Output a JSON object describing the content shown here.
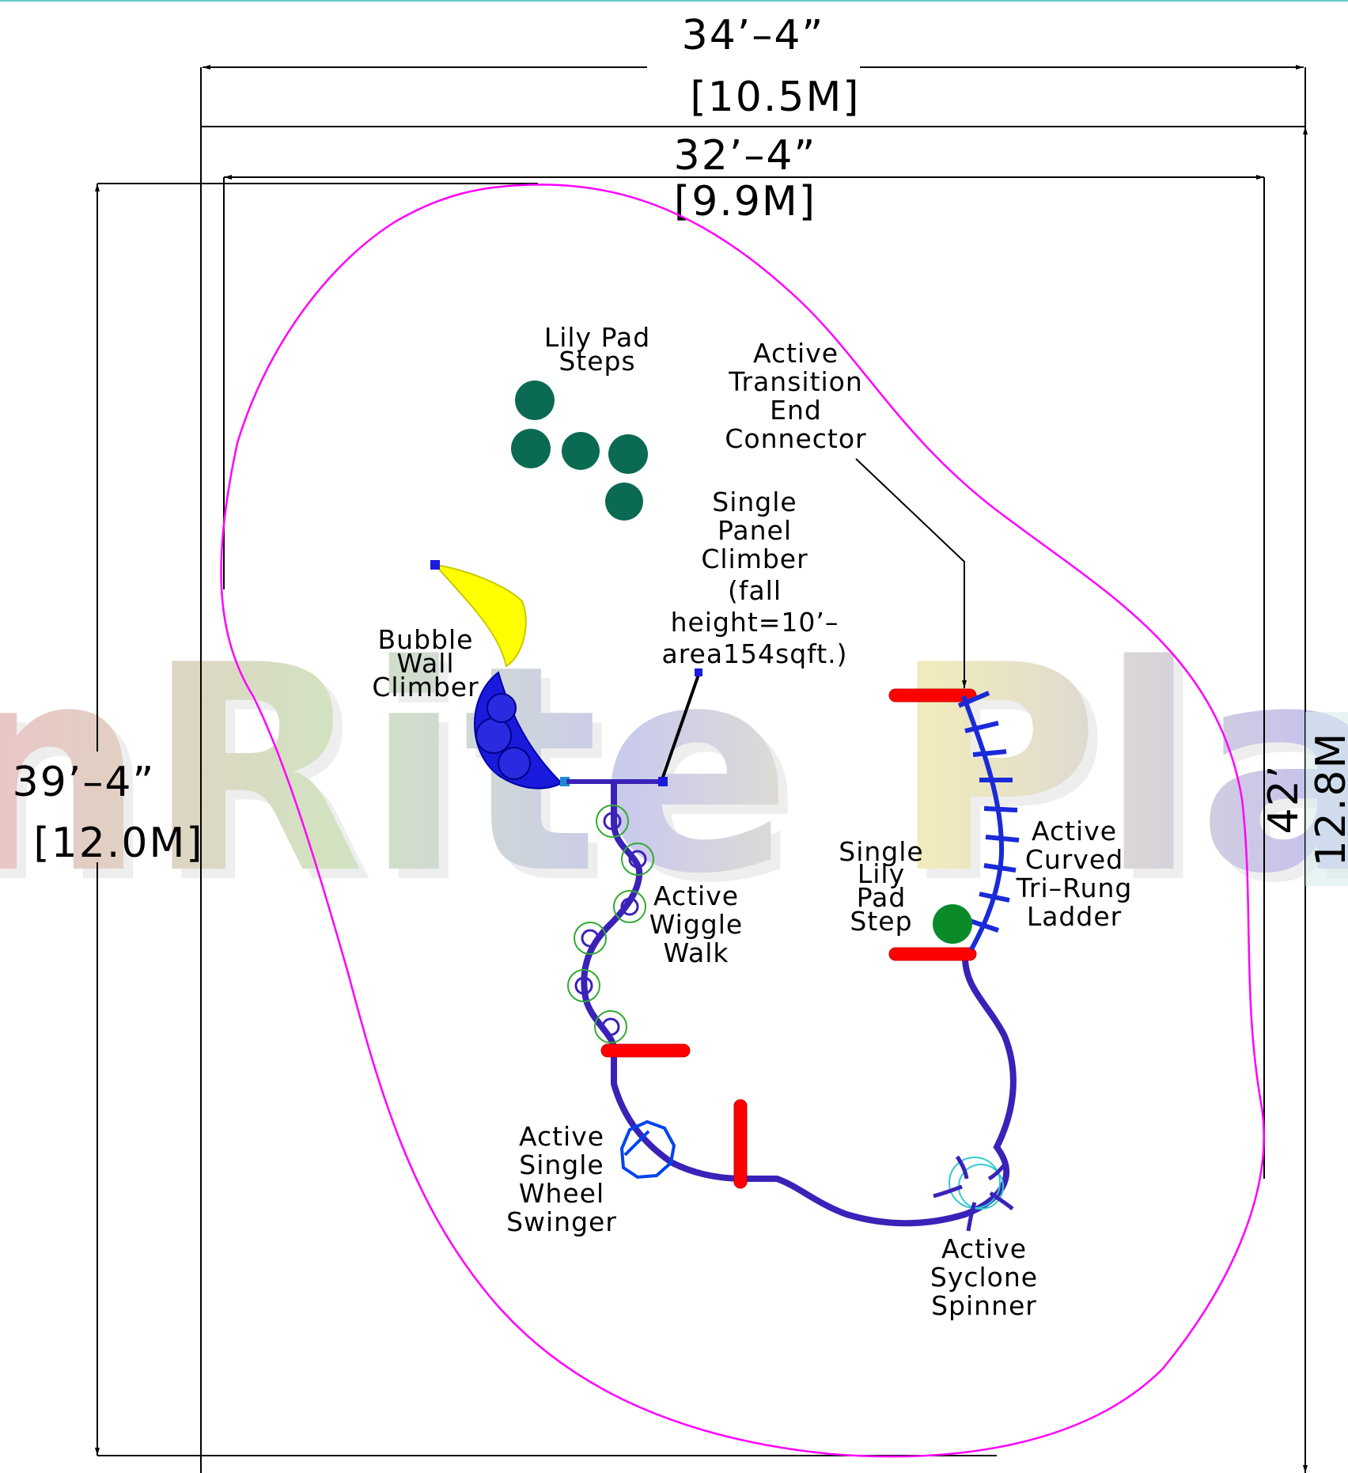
{
  "watermark": {
    "text": "nRite Playgr"
  },
  "dimensions": {
    "top_outer": {
      "imperial": "34’–4”",
      "metric": "[10.5M]"
    },
    "top_inner": {
      "imperial": "32’–4”",
      "metric": "[9.9M]"
    },
    "left": {
      "imperial": "39’–4”",
      "metric": "[12.0M]"
    },
    "right": {
      "imperial": "42’",
      "metric": "12.8M"
    }
  },
  "labels": {
    "lily_pad_steps": [
      "Lily  Pad",
      "Steps"
    ],
    "transition_connector": [
      "Active",
      "Transition",
      "End",
      "Connector"
    ],
    "panel_climber": [
      "Single",
      "Panel",
      "Climber",
      "(fall",
      "height=10’–",
      "area154sqft.)"
    ],
    "bubble_wall": [
      "Bubble",
      "Wall",
      "Climber"
    ],
    "wiggle_walk": [
      "Active",
      "Wiggle",
      "Walk"
    ],
    "single_lily_pad": [
      "Single",
      "Lily",
      "Pad",
      "Step"
    ],
    "tri_rung_ladder": [
      "Active",
      "Curved",
      "Tri–Rung",
      "Ladder"
    ],
    "wheel_swinger": [
      "Active",
      "Single",
      "Wheel",
      "Swinger"
    ],
    "syclone_spinner": [
      "Active",
      "Syclone",
      "Spinner"
    ]
  },
  "colors": {
    "use_zone": "#ff00ff",
    "posts": "#3a22b8",
    "connectors": "#ff0000",
    "lily_pads": "#0b6b52",
    "bubble_wall": "#1a1adc",
    "climber_top": "#ffff00",
    "wiggle_rings": "#33aa33",
    "spinner": "#33cccc"
  }
}
